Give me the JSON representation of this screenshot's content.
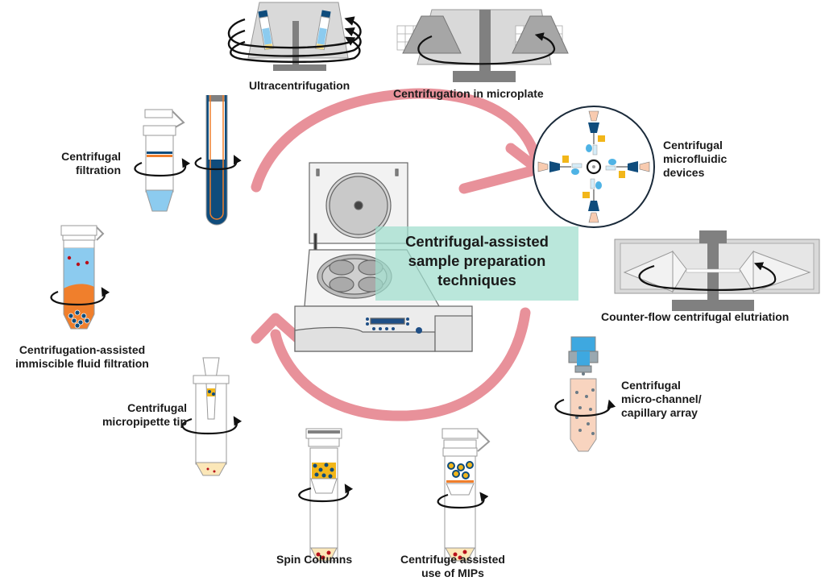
{
  "title": {
    "lines": [
      "Centrifugal-assisted",
      "sample preparation",
      "techniques"
    ]
  },
  "techniques": [
    {
      "id": "ultracentrifugation",
      "lines": [
        "Ultracentrifugation"
      ]
    },
    {
      "id": "microplate",
      "lines": [
        "Centrifugation in microplate"
      ]
    },
    {
      "id": "microfluidic",
      "lines": [
        "Centrifugal",
        "microfluidic",
        "devices"
      ]
    },
    {
      "id": "elutriation",
      "lines": [
        "Counter-flow centrifugal elutriation"
      ]
    },
    {
      "id": "capillary",
      "lines": [
        "Centrifugal",
        "micro-channel/",
        "capillary array"
      ]
    },
    {
      "id": "mips",
      "lines": [
        "Centrifuge assisted",
        "use of MIPs"
      ]
    },
    {
      "id": "spin-columns",
      "lines": [
        "Spin Columns"
      ]
    },
    {
      "id": "micropipette",
      "lines": [
        "Centrifugal",
        "micropipette tip"
      ]
    },
    {
      "id": "immiscible",
      "lines": [
        "Centrifugation-assisted",
        "immiscible fluid filtration"
      ]
    },
    {
      "id": "filtration",
      "lines": [
        "Centrifugal",
        "filtration"
      ]
    }
  ],
  "colors": {
    "cycle_arrow": "#e8919a",
    "title_box": "#a0decd",
    "tube_blue": "#8ccbef",
    "dark_blue": "#0f4c7c",
    "orange": "#f07f2c",
    "sediment": "#fbe7b8",
    "red_dot": "#b8101a",
    "yellow": "#f2b619",
    "peach": "#f8cbb0",
    "gray": "#808080",
    "light_gray": "#d9d9d9"
  }
}
